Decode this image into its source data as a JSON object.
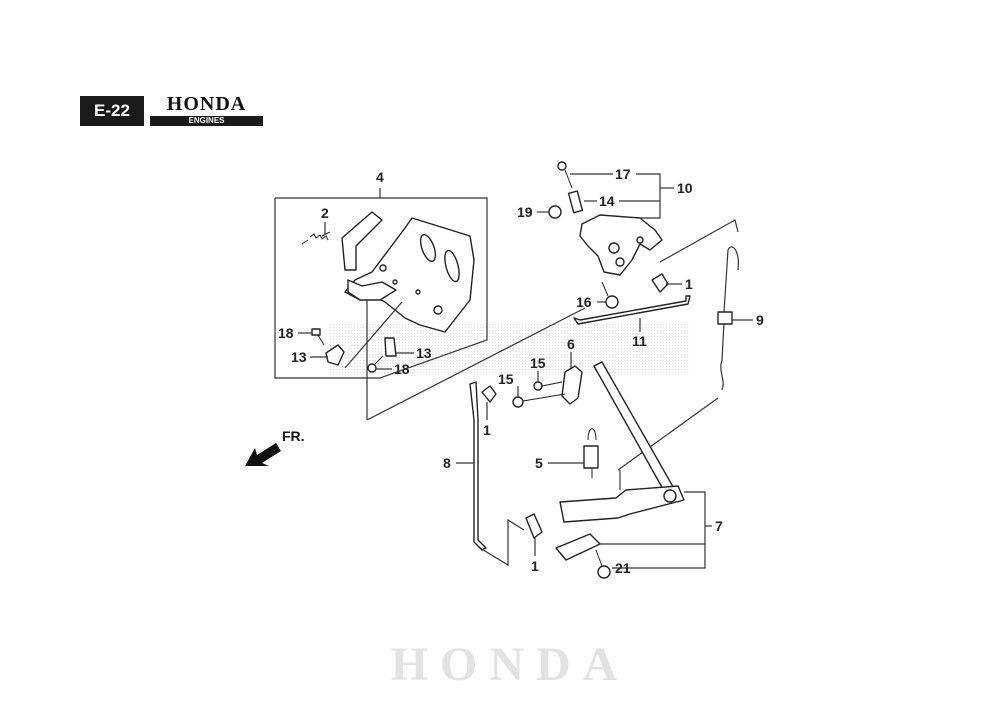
{
  "header": {
    "page_code": "E-22",
    "brand": "HONDA",
    "brand_sub": "ENGINES"
  },
  "watermark": "HONDA",
  "direction_label": "FR.",
  "callouts": {
    "c4": "4",
    "c2": "2",
    "c18a": "18",
    "c13a": "13",
    "c13b": "13",
    "c18b": "18",
    "c17": "17",
    "c14": "14",
    "c10": "10",
    "c19": "19",
    "c1a": "1",
    "c16": "16",
    "c9": "9",
    "c11": "11",
    "c6": "6",
    "c15a": "15",
    "c15b": "15",
    "c1b": "1",
    "c8": "8",
    "c5": "5",
    "c7": "7",
    "c1c": "1",
    "c21": "21"
  }
}
